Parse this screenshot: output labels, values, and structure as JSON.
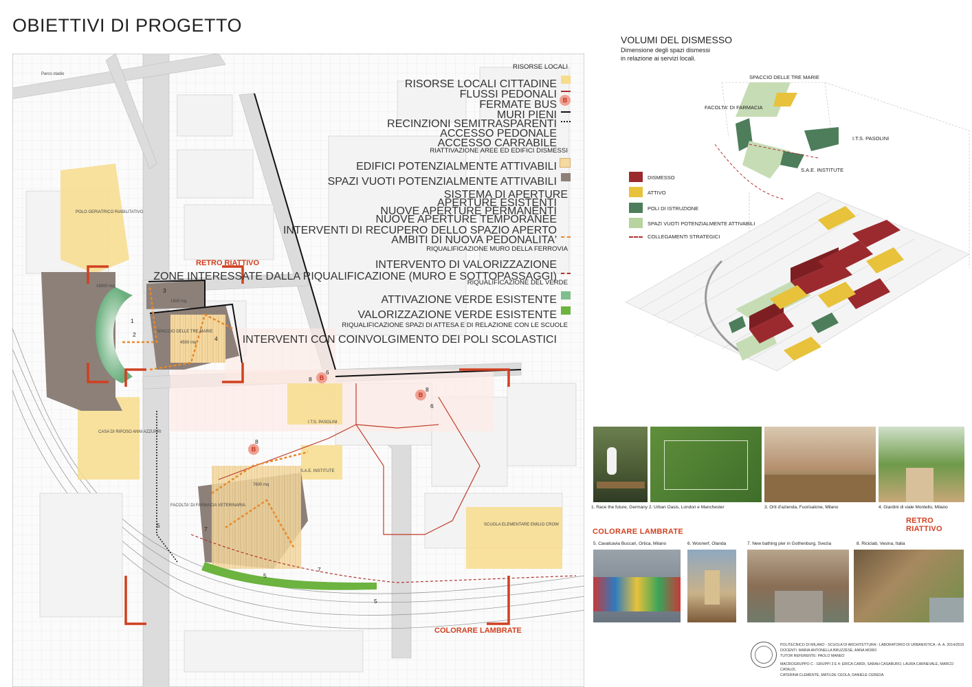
{
  "title": "OBIETTIVI DI PROGETTO",
  "legend": {
    "risorse_locali": {
      "heading": "RISORSE LOCALI",
      "items": [
        "RISORSE LOCALI CITTADINE",
        "FLUSSI PEDONALI",
        "FERMATE BUS",
        "MURI PIENI",
        "RECINZIONI SEMITRASPARENTI",
        "ACCESSO PEDONALE",
        "ACCESSO CARRABILE"
      ],
      "bus_symbol": "B"
    },
    "riattivazione": {
      "heading": "RIATTIVAZIONE AREE ED EDIFICI DISMESSI",
      "items": [
        "EDIFICI POTENZIALMENTE ATTIVABILI",
        "SPAZI VUOTI POTENZIALMENTE ATTIVABILI",
        "SISTEMA DI APERTURE",
        "APERTURE ESISTENTI",
        "NUOVE APERTURE PERMANENTI",
        "NUOVE APERTURE TEMPORANEE",
        "INTERVENTI DI RECUPERO DELLO SPAZIO APERTO",
        "AMBITI DI NUOVA PEDONALITA'"
      ]
    },
    "muro": {
      "heading": "RIQUALIFICAZIONE MURO DELLA FERROVIA",
      "items": [
        "INTERVENTO DI VALORIZZAZIONE",
        "ZONE INTERESSATE DALLA RIQUALIFICAZIONE (MURO E SOTTOPASSAGGI)"
      ]
    },
    "verde": {
      "heading": "RIQUALIFICAZIONE DEL VERDE",
      "items": [
        "ATTIVAZIONE VERDE ESISTENTE",
        "VALORIZZAZIONE VERDE ESISTENTE"
      ]
    },
    "scuole": {
      "heading": "RIQUALIFICAZIONE SPAZI DI ATTESA E DI RELAZIONE CON LE SCUOLE",
      "items": [
        "INTERVENTI CON COINVOLGIMENTO DEI POLI SCOLASTICI"
      ]
    }
  },
  "map_labels": {
    "retro": "RETRO RIATTIVO",
    "colorare": "COLORARE LAMBRATE",
    "spaccio": "SPACCIO DELLE TRE MARIE",
    "polo": "POLO GERIATRICO RIABILITATIVO",
    "casa": "CASA DI RIPOSO ANNI AZZURRI",
    "its": "I.T.S. PASOLINI",
    "sae": "S.A.E. INSTITUTE",
    "farmacia": "FACOLTA' DI FARMACIA VETERINARIA",
    "scuola": "SCUOLA ELEMENTARE EMILIO CROW",
    "area1": "18000 mq",
    "area2": "1900 mq",
    "area3": "4500 mq",
    "area4": "7600 mq",
    "parco": "Parco stadio",
    "numbers": [
      "1",
      "2",
      "3",
      "4",
      "5",
      "5",
      "5",
      "6",
      "6",
      "7",
      "7",
      "8",
      "8",
      "8"
    ]
  },
  "volumi": {
    "title": "VOLUMI DEL DISMESSO",
    "subtitle": [
      "Dimensione degli spazi dismessi",
      "in relazione ai servizi locali."
    ],
    "labels": {
      "tre_marie": "SPACCIO DELLE TRE MARIE",
      "farmacia": "FACOLTA' DI FARMACIA",
      "its": "I.T.S. PASOLINI",
      "sae": "S.A.E. INSTITUTE"
    },
    "key": [
      {
        "label": "DISMESSO",
        "color": "#9b2a2e"
      },
      {
        "label": "ATTIVO",
        "color": "#e7c23a"
      },
      {
        "label": "POLI DI ISTRUZIONE",
        "color": "#4d7d5a"
      },
      {
        "label": "SPAZI VUOTI POTENZIALMENTE ATTIVABILI",
        "color": "#b6d3a0"
      },
      {
        "label": "COLLEGAMENTI STRATEGICI",
        "color": "#b03030"
      }
    ]
  },
  "photos": {
    "row1": [
      "1. Race the future, Germany 2. Urban Oasis, London e Manchester",
      "3. Orti d'azienda, Fuorisalone, Milano",
      "4. Giardini di viale Montello, Milano"
    ],
    "row2": [
      "5. Cavalcavia Buccari, Ortica, Milano",
      "6. Woonerf, Olanda",
      "7. New bathing pier in Gothenburg, Svezia",
      "8. Riciclab, Vesina, Italia"
    ],
    "retro": "RETRO RIATTIVO",
    "colorare": "COLORARE LAMBRATE"
  },
  "credits": [
    "POLITECNICO DI MILANO - SCUOLA DI ARCHITETTURA - LABORATORIO DI URBANISTICA - A. A. 2014/2015",
    "DOCENTI: MARIA ANTONELLA BRUZZESE, ANNA MORO",
    "TUTOR REFERENTE: PAOLO MANEO",
    "MACROGRUPPO C - GRUPPI 3 E 4: ERICA CARDI, SARAH CASABURO, LAURA CARNEVALE, MARCO CATALDI,",
    "CATERINA CLEMENTE, MATILDE CEOLA, DANIELE CEREDA"
  ],
  "colors": {
    "accent": "#d04020",
    "dismesso": "#9b2a2e",
    "attivo": "#e7c23a",
    "istruzione": "#4d7d5a",
    "vuoti": "#b6d3a0",
    "risorse": "#f7dc8c",
    "grey_space": "#8d8079"
  }
}
